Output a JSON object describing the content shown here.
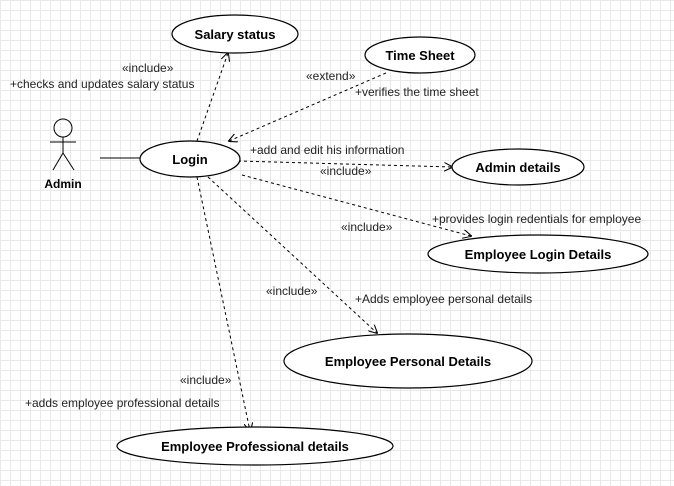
{
  "actor": {
    "name": "Admin"
  },
  "use_cases": {
    "salary_status": "Salary status",
    "time_sheet": "Time Sheet",
    "login": "Login",
    "admin_details": "Admin details",
    "employee_login_details": "Employee Login Details",
    "employee_personal_details": "Employee Personal Details",
    "employee_professional_details": "Employee Professional details"
  },
  "relations": {
    "salary_stereotype": "«include»",
    "salary_note": "+checks and updates salary status",
    "timesheet_stereotype": "«extend»",
    "timesheet_note": "+verifies the time sheet",
    "admin_note": "+add and edit his information",
    "admin_stereotype": "«include»",
    "login_details_note": "+provides login redentials for employee",
    "login_details_stereotype": "«include»",
    "personal_stereotype": "«include»",
    "personal_note": "+Adds employee personal details",
    "professional_stereotype": "«include»",
    "professional_note": "+adds employee professional details"
  },
  "colors": {
    "line": "#000000",
    "fill": "#ffffff",
    "grid": "#e9e9e9"
  }
}
